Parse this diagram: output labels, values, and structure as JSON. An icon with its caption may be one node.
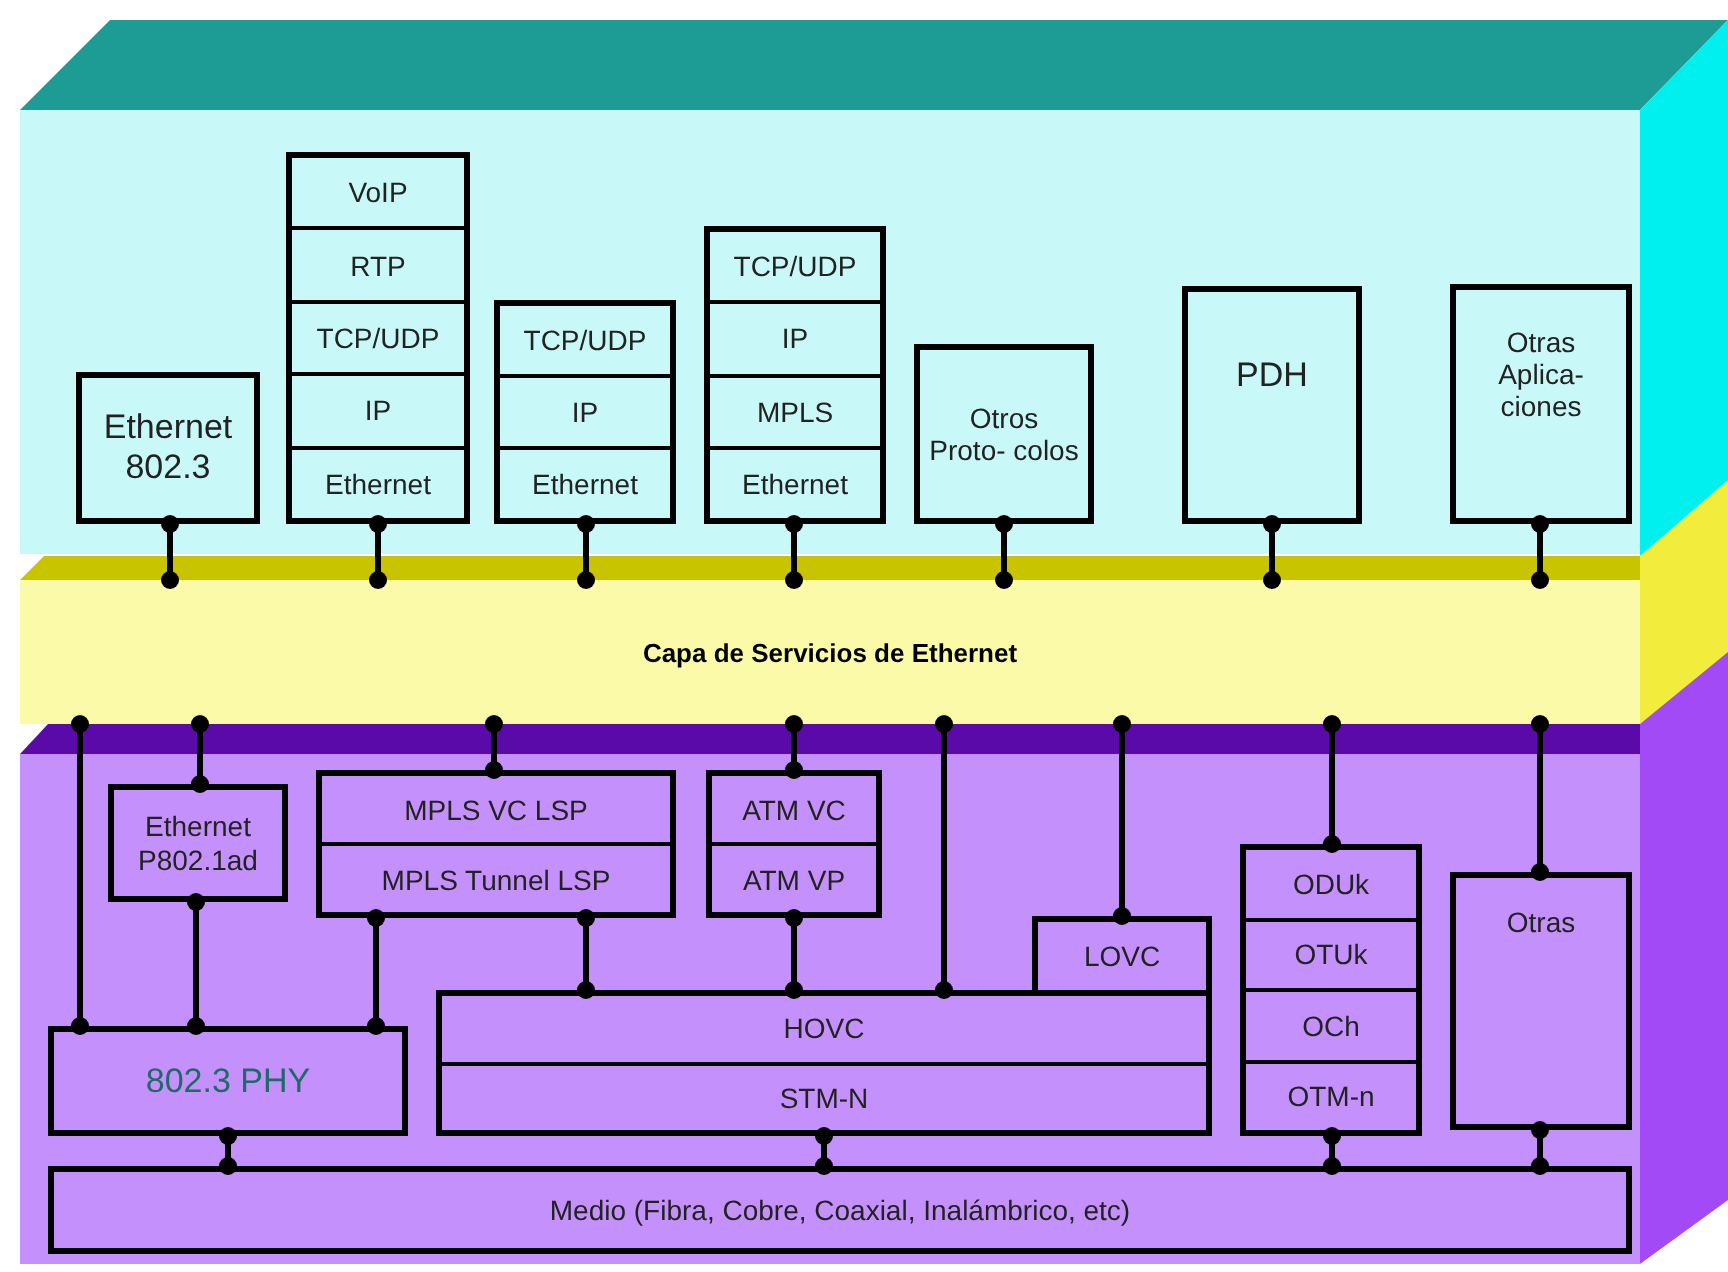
{
  "diagram": {
    "nodes": [
      {
        "text": [],
        "shape": "box"
      },
      {
        "text": [
          "Ethernet 802.3"
        ],
        "in": 0
      },
      {
        "text": [
          "VoIP",
          "RTP",
          "TCP/UDP",
          "IP",
          "Ethernet"
        ],
        "in": 0
      },
      {
        "text": [
          "TCP/UDP",
          "IP",
          "Ethernet"
        ],
        "in": 0
      },
      {
        "text": [
          "TCP/UDP",
          "IP",
          "MPLS",
          "Ethernet"
        ],
        "in": 0
      },
      {
        "text": [
          "Otros Proto- colos"
        ],
        "in": 0
      },
      {
        "text": [
          "PDH"
        ],
        "in": 0
      },
      {
        "text": [
          "Otras Aplica- ciones"
        ],
        "in": 0
      },
      {
        "text": [
          "Capa de Servicios de Ethernet"
        ]
      },
      {
        "text": [],
        "shape": "box"
      },
      {
        "text": [
          "Ethernet P802.1ad"
        ],
        "in": 9
      },
      {
        "text": [
          "MPLS VC LSP",
          "MPLS Tunnel LSP"
        ],
        "in": 9
      },
      {
        "text": [
          "ATM VC",
          "ATM VP"
        ],
        "in": 9
      },
      {
        "text": [
          "LOVC"
        ],
        "in": 9
      },
      {
        "text": [
          "ODUk",
          "OTUk",
          "OCh",
          "OTM-n"
        ],
        "in": 9
      },
      {
        "text": [
          "Otras"
        ],
        "in": 9
      },
      {
        "text": [
          "802.3 PHY"
        ],
        "in": 9
      },
      {
        "text": [
          "HOVC",
          "STM-N"
        ],
        "in": 9
      },
      {
        "text": [
          "Medio (Fibra, Cobre, Coaxial, Inalámbrico, etc)"
        ],
        "in": 9
      }
    ],
    "edges": [
      {
        "from": 1,
        "to": 8,
        "arrow": "other"
      },
      {
        "from": 2,
        "to": 8,
        "arrow": "other"
      },
      {
        "from": 3,
        "to": 8,
        "arrow": "other"
      },
      {
        "from": 4,
        "to": 8,
        "arrow": "other"
      },
      {
        "from": 5,
        "to": 8,
        "arrow": "other"
      },
      {
        "from": 6,
        "to": 8,
        "arrow": "other"
      },
      {
        "from": 7,
        "to": 8,
        "arrow": "other"
      },
      {
        "from": 8,
        "to": 16,
        "arrow": "other"
      },
      {
        "from": 8,
        "to": 10,
        "arrow": "other"
      },
      {
        "from": 10,
        "to": 16,
        "arrow": "other"
      },
      {
        "from": 8,
        "to": 11,
        "arrow": "other"
      },
      {
        "from": 11,
        "to": 16,
        "arrow": "other"
      },
      {
        "from": 11,
        "to": 17,
        "arrow": "other"
      },
      {
        "from": 8,
        "to": 12,
        "arrow": "other"
      },
      {
        "from": 12,
        "to": 17,
        "arrow": "other"
      },
      {
        "from": 8,
        "to": 17,
        "arrow": "other"
      },
      {
        "from": 8,
        "to": 13,
        "arrow": "other"
      },
      {
        "from": 8,
        "to": 14,
        "arrow": "other"
      },
      {
        "from": 8,
        "to": 15,
        "arrow": "other"
      },
      {
        "from": 16,
        "to": 18,
        "arrow": "other"
      },
      {
        "from": 17,
        "to": 18,
        "arrow": "other"
      },
      {
        "from": 14,
        "to": 18,
        "arrow": "other"
      },
      {
        "from": 15,
        "to": 18,
        "arrow": "other"
      }
    ]
  }
}
